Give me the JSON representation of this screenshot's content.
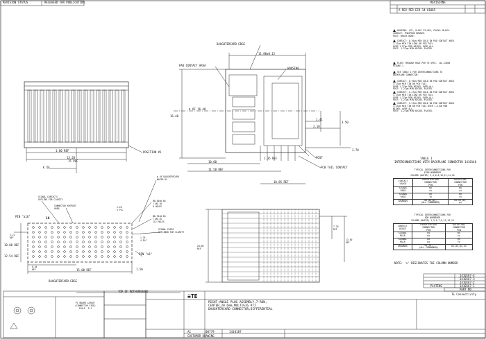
{
  "header": {
    "revisions_label": "REVISIONS",
    "rev_row": "A    REV PER ECO 14-01885",
    "top_left_1": "REVISION STATUS",
    "top_left_2": "RELEASED FOR PUBLICATION"
  },
  "notes": [
    {
      "n": "1",
      "text": "HOUSING: LCP, GLASS FILLED, COLOR: BLACK.\nCONTACT: PHOSPHOR BRONZE.\nPOST: BRASS WIRE."
    },
    {
      "n": "2",
      "text": "CONTACT: 0.76μm MIN GOLD IN PAD CONTACT AREA\n1.27μm MIN TIN-LEAD ON PCB TAIL\nOVER 1.27μm MIN NICKEL OVER ALL.\nPOST: 1.27μm MIN NICKEL PLATED."
    },
    {
      "n": "3",
      "text": "PLATE THROUGH HOLE PER TE SPEC. 114-13056\nFIGURE 1"
    },
    {
      "n": "4",
      "text": "SEE TABLE 1 FOR INTERCONNECTIONS TO\nBACKPLANE CONNECTOR."
    },
    {
      "n": "5",
      "text": "CONTACT: 0.76μm MIN GOLD IN PAD CONTACT AREA\n1.27μm MIN TIN ON PCB TAIL\nOVER 1.27μm MIN NICKEL OVER ALL.\nPOST: 1.27μm MIN NICKEL PLATED."
    },
    {
      "n": "6",
      "text": "CONTACT: 1.27μm MIN GOLD IN PAD CONTACT AREA\n1.27μm MIN TIN-LEAD ON PCB TAIL\nOVER 1.27μm MIN NICKEL OVER ALL.\nPOST: 1.27μm MIN NICKEL PLATED."
    },
    {
      "n": "7",
      "text": "CONTACT: 1.27μm MIN GOLD IN PAD CONTACT AREA\n1.27μm MIN TIN ON PCB TAIL OVER 1.27μm MIN\nNICKEL OVER ALL.\nPOST: 1.27μm MIN NICKEL PLATED."
    }
  ],
  "table": {
    "title": "TABLE 1",
    "subtitle": "INTERCONNECTIONS WITH BACKPLANE CONNECTOR 1410140",
    "block1_title": "TYPICAL INTERCONNECTIONS FOR\nEVEN NUMBERED\nCOLUMN (WAFER) 2,4,6,8,10,12,14,16",
    "block2_title": "TYPICAL INTERCONNECTIONS FOR\nODD NUMBERED\nCOLUMN (WAFER) 1,3,5,7,9,11,13,15",
    "head_usage": "CONTACT\nUSAGE",
    "head_dc": "DAUGHTERCARD\nCONNECTOR\nPIN",
    "head_bp": "BACKPLANE\nCONNECTOR\nPIN",
    "rows1": [
      [
        "SIGNAL\nPAIR",
        "bx\ncx",
        "bx\ncx"
      ],
      [
        "SIGNAL\nPAIR",
        "ex\nfx",
        "ex\nfx"
      ],
      [
        "GROUNDS",
        "dx,ax,gx,\n(ALL COMMONED)",
        "dx,hx,ax,\ngx"
      ]
    ],
    "rows2": [
      [
        "SIGNAL\nPAIR",
        "dx\nex",
        "bx\ncx"
      ],
      [
        "SIGNAL\nPAIR",
        "ax\nbx",
        "ex\nfx"
      ],
      [
        "GROUNDS",
        "cx,fx,\n(ALL COMMONED)",
        "ax,dx,gx,hx"
      ]
    ],
    "note": "NOTE: 'x' DESIGNATES THE COLUMN NUMBER"
  },
  "labels": {
    "daughtercard_edge": "DAUGHTERCARD EDGE",
    "pad_contact_area": "PAD CONTACT AREA",
    "housing": "HOUSING",
    "post": "POST",
    "pcb_tail_contact": "PCB TAIL CONTACT",
    "position_1": "POSITION #1",
    "cl_daughtercard": "℄ OF DAUGHTERCARD\nWAFER #1",
    "signal_outline_left": "SIGNAL CONTACTS\nOUTLINE FOR CLARITY",
    "connector_keepout": "CONNECTOR KEEPOUT\nAREA",
    "pin_a1": "PIN \"a16\"",
    "pin_1a": "PIN \"a1\"",
    "daughtercard_edge2": "DAUGHTERCARD EDGE",
    "signal_pairs_right": "SIGNAL PAIRS\nOUTLINED FOR CLARITY",
    "top_of_motherboard": "TOP OF MOTHERBOARD",
    "pc_board_layout": "PC BOARD LAYOUT\n(CONNECTOR SIDE)\nSCALE  5:1",
    "holes_a": "Ø0.50±0.05\n⌖ Ø0.10\n8 HOLES",
    "holes_b": "Ø0.70±0.05\n⌖ Ø0.15\n112 HOLES",
    "num_16": "16",
    "cl_a": "℄ OF",
    "cl_b": "℄ OF 16.40"
  },
  "dims": {
    "d1": "11.80±0.15",
    "d2": "1.80 REF",
    "d3": "13.20",
    "d4": "15 PLC",
    "d5": "16.40",
    "d6": "10.00",
    "d7": "11.50 REF",
    "d8": "10.85 REF",
    "d9": "1.35 REF",
    "d10": "1.41",
    "d11": "2.10",
    "d12": "3.50",
    "d13": "3.70",
    "d14": "2.21\nREF",
    "d15": "10.80 REF",
    "d16": "12.54 REF",
    "d17": "0.84\nREF",
    "d18": "15.00 REF",
    "d19": "1.50",
    "d20": "7.20\nREF",
    "d21": "13.50\nREF",
    "d22": "20.60\nREF",
    "d23": "1.20\n3 PLC",
    "d24": "1.35\n4 PLC"
  },
  "parts_list": {
    "rows": [
      "1410187-4",
      "1410187-3",
      "1410187-2",
      "1410187-1"
    ],
    "hdr1": "PLATING",
    "hdr2": "PART NO"
  },
  "title_block": {
    "company": "TE Connectivity",
    "title": "RIGHT-ANGLE PLUG ASSEMBLY,7-ROW,\nCENTER,20.6mm,MULTIGIG RT2\nDAUGHTERCARD CONNECTOR,DIFFERENTIAL",
    "dwg_no": "00779",
    "part_no": "1410187",
    "size": "A1",
    "sheet_info": "CUSTOMER DRAWING",
    "logo": "≡TE"
  }
}
